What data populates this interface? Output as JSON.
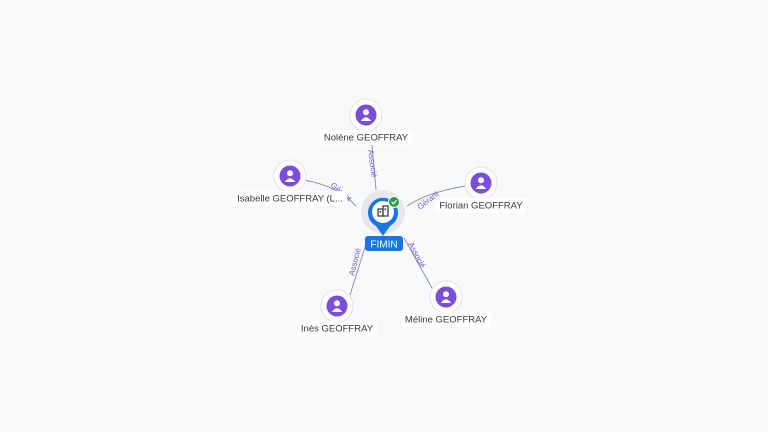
{
  "company": {
    "name": "FIMIN",
    "icon": "building-icon",
    "status_icon": "check-badge-icon",
    "accent_color": "#1a73e8",
    "status_color": "#2e9a4a"
  },
  "people": [
    {
      "id": "nolene",
      "name": "Nolène GEOFFRAY",
      "role": "Associé"
    },
    {
      "id": "isabelle",
      "name": "Isabelle GEOFFRAY (L...",
      "role": "Gérant"
    },
    {
      "id": "florian",
      "name": "Florian GEOFFRAY",
      "role": "Gérant"
    },
    {
      "id": "ines",
      "name": "Inès GEOFFRAY",
      "role": "Associé"
    },
    {
      "id": "meline",
      "name": "Méline GEOFFRAY",
      "role": "Associé"
    }
  ],
  "colors": {
    "person_icon": "#7b4ddb",
    "edge": "#8b95a5",
    "edge_label": "#6e5bd9"
  }
}
